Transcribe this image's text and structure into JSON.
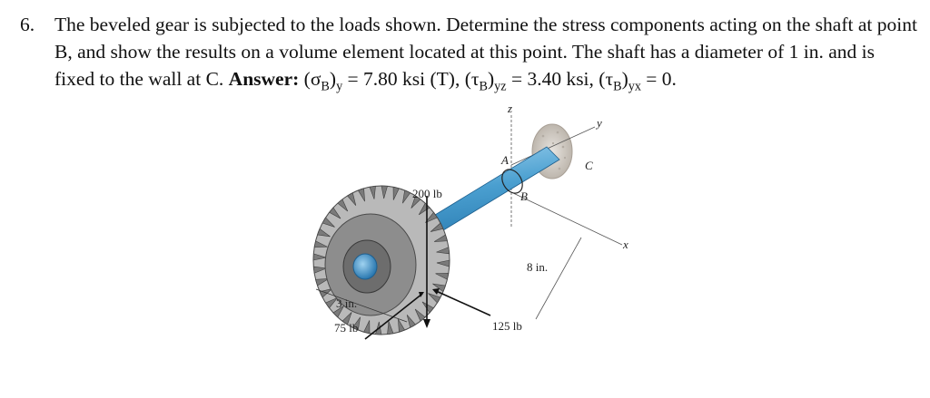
{
  "problem": {
    "number": "6.",
    "statement": "The beveled gear is subjected to the loads shown. Determine the stress components acting on the shaft at point B, and show the results on a volume element located at this point. The shaft has a diameter of 1 in. and is fixed to the wall at C.",
    "answer_label": "Answer:",
    "answer_sigma_sym": "(σ",
    "answer_sigma_sub1": "B",
    "answer_sigma_close": ")",
    "answer_sigma_sub2": "y",
    "answer_sigma_val": " = 7.80 ksi (T), ",
    "answer_tau1_sym": "(τ",
    "answer_tau1_sub1": "B",
    "answer_tau1_close": ")",
    "answer_tau1_sub2": "yz",
    "answer_tau1_val": " = 3.40 ksi, ",
    "answer_tau2_sym": "(τ",
    "answer_tau2_sub1": "B",
    "answer_tau2_close": ")",
    "answer_tau2_sub2": "yx",
    "answer_tau2_val": " = 0."
  },
  "figure": {
    "axis_z": "z",
    "axis_y": "y",
    "axis_x": "x",
    "point_a": "A",
    "point_b": "B",
    "point_c": "C",
    "load_200": "200 lb",
    "load_125": "125 lb",
    "load_75": "75 lb",
    "dim_8in": "8 in.",
    "dim_3in": "3 in.",
    "colors": {
      "shaft": "#4a9fd0",
      "shaft_light": "#a9d8f2",
      "gear": "#9a9a9a",
      "gear_dark": "#5d5d5d",
      "hub": "#3b8fc8",
      "wall": "#c9c3bb"
    }
  }
}
